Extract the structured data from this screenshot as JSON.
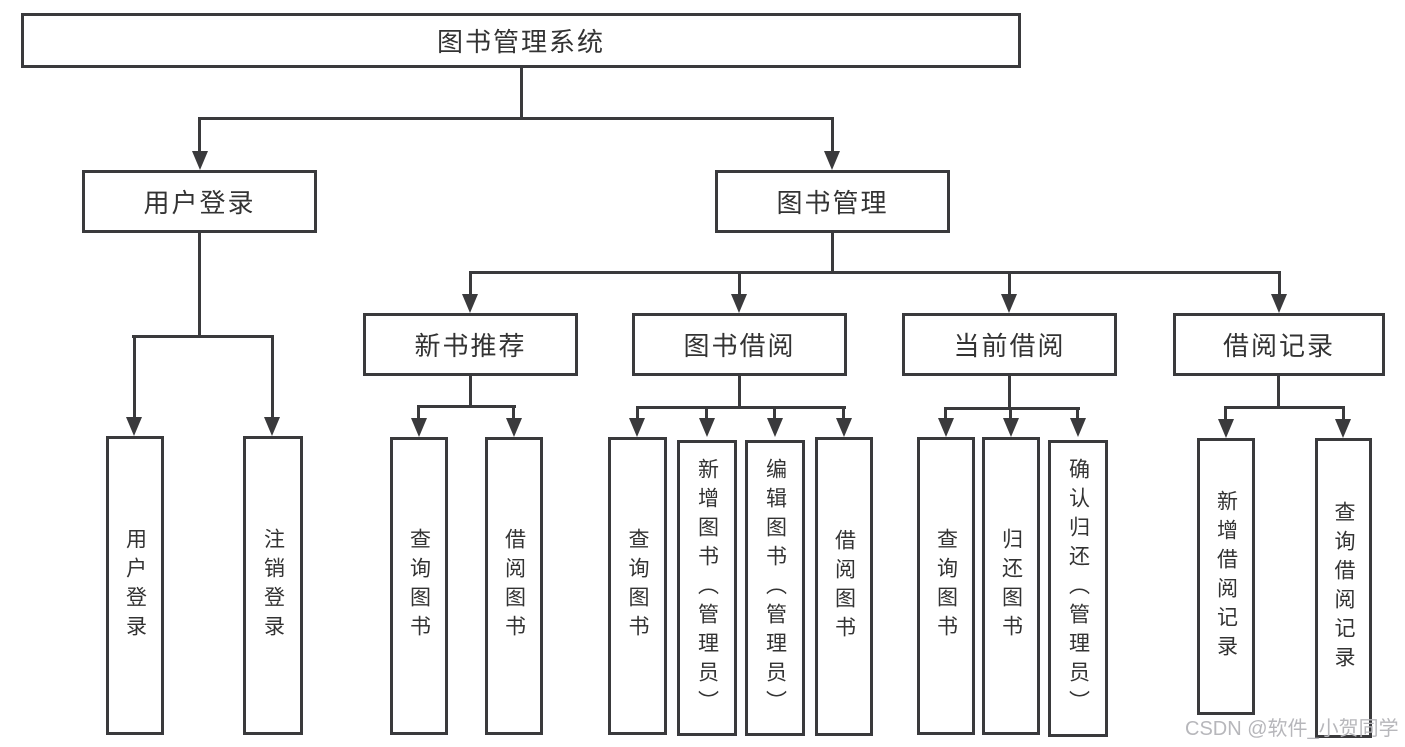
{
  "tree": {
    "label": "图书管理系统",
    "children": [
      {
        "label": "用户登录",
        "children": [
          {
            "label": "用户登录"
          },
          {
            "label": "注销登录"
          }
        ]
      },
      {
        "label": "图书管理",
        "children": [
          {
            "label": "新书推荐",
            "children": [
              {
                "label": "查询图书"
              },
              {
                "label": "借阅图书"
              }
            ]
          },
          {
            "label": "图书借阅",
            "children": [
              {
                "label": "查询图书"
              },
              {
                "label": "新增图书（管理员）"
              },
              {
                "label": "编辑图书（管理员）"
              },
              {
                "label": "借阅图书"
              }
            ]
          },
          {
            "label": "当前借阅",
            "children": [
              {
                "label": "查询图书"
              },
              {
                "label": "归还图书"
              },
              {
                "label": "确认归还（管理员）"
              }
            ]
          },
          {
            "label": "借阅记录",
            "children": [
              {
                "label": "新增借阅记录"
              },
              {
                "label": "查询借阅记录"
              }
            ]
          }
        ]
      }
    ]
  },
  "watermark": {
    "text": "CSDN @软件_小贺同学"
  },
  "colors": {
    "line": "#3a3a3c",
    "box_border": "#3a3a3c",
    "box_fill": "#ffffff",
    "text": "#333333",
    "watermark": "#b7b7bb",
    "background": "#ffffff"
  }
}
